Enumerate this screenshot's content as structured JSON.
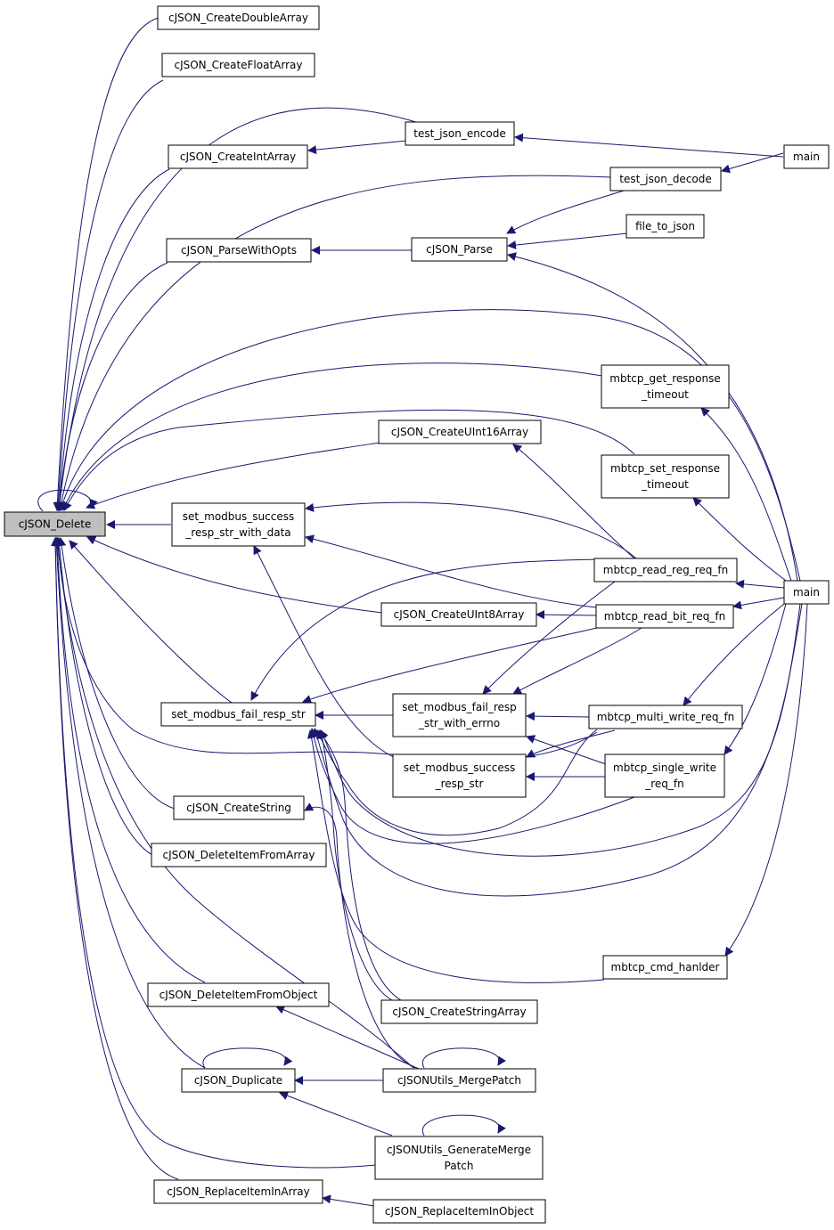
{
  "graph": {
    "edge_color": "#191970",
    "root_fill": "#bfbfbf",
    "nodes": {
      "delete": [
        "cJSON_Delete"
      ],
      "createDouble": [
        "cJSON_CreateDoubleArray"
      ],
      "createFloat": [
        "cJSON_CreateFloatArray"
      ],
      "createInt": [
        "cJSON_CreateIntArray"
      ],
      "parseOpts": [
        "cJSON_ParseWithOpts"
      ],
      "successData": [
        "set_modbus_success",
        "_resp_str_with_data"
      ],
      "failResp": [
        "set_modbus_fail_resp_str"
      ],
      "createString": [
        "cJSON_CreateString"
      ],
      "delFromArr": [
        "cJSON_DeleteItemFromArray"
      ],
      "delFromObj": [
        "cJSON_DeleteItemFromObject"
      ],
      "duplicate": [
        "cJSON_Duplicate"
      ],
      "replaceArr": [
        "cJSON_ReplaceItemInArray"
      ],
      "jsonEncode": [
        "test_json_encode"
      ],
      "jsonDecode": [
        "test_json_decode"
      ],
      "fileToJson": [
        "file_to_json"
      ],
      "parse": [
        "cJSON_Parse"
      ],
      "getTimeout": [
        "mbtcp_get_response",
        "_timeout"
      ],
      "setTimeout": [
        "mbtcp_set_response",
        "_timeout"
      ],
      "uint16": [
        "cJSON_CreateUInt16Array"
      ],
      "uint8": [
        "cJSON_CreateUInt8Array"
      ],
      "failErrno": [
        "set_modbus_fail_resp",
        "_str_with_errno"
      ],
      "successResp": [
        "set_modbus_success",
        "_resp_str"
      ],
      "stringArray": [
        "cJSON_CreateStringArray"
      ],
      "mergePatch": [
        "cJSONUtils_MergePatch"
      ],
      "genMerge": [
        "cJSONUtils_GenerateMerge",
        "Patch"
      ],
      "replaceObj": [
        "cJSON_ReplaceItemInObject"
      ],
      "readReg": [
        "mbtcp_read_reg_req_fn"
      ],
      "readBit": [
        "mbtcp_read_bit_req_fn"
      ],
      "multiWrite": [
        "mbtcp_multi_write_req_fn"
      ],
      "singleWrite": [
        "mbtcp_single_write",
        "_req_fn"
      ],
      "cmdHandler": [
        "mbtcp_cmd_hanlder"
      ],
      "main1": [
        "main"
      ],
      "main2": [
        "main"
      ]
    }
  }
}
